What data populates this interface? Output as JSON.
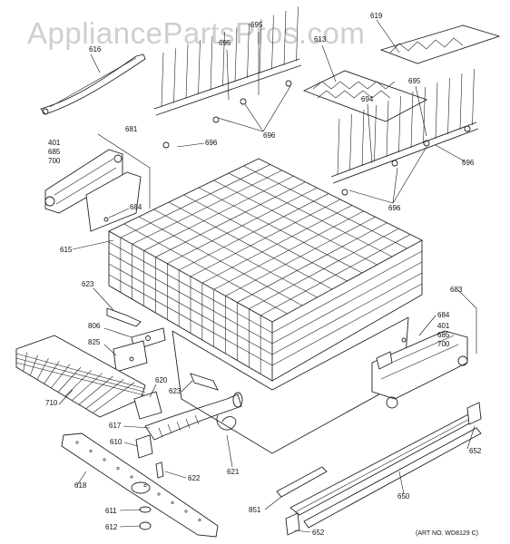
{
  "watermark": "AppliancePartsPros.com",
  "art_number": "(ART NO. WD8129 C)",
  "labels": {
    "p616": "616",
    "p695a": "695",
    "p695b": "695",
    "p695c": "695",
    "p619": "619",
    "p613": "613",
    "p694": "694",
    "p696a": "696",
    "p696b": "696",
    "p696c": "696",
    "p696d": "696",
    "p681": "681",
    "p401a": "401",
    "p685a": "685",
    "p700a": "700",
    "p684a": "684",
    "p615": "615",
    "p623a": "623",
    "p806": "806",
    "p825": "825",
    "p620": "620",
    "p623b": "623",
    "p710": "710",
    "p617": "617",
    "p610": "610",
    "p621": "621",
    "p622": "622",
    "p618": "618",
    "p611": "611",
    "p612": "612",
    "p683": "683",
    "p684b": "684",
    "p401b": "401",
    "p685b": "685",
    "p700b": "700",
    "p652a": "652",
    "p650": "650",
    "p851": "851",
    "p652b": "652"
  }
}
